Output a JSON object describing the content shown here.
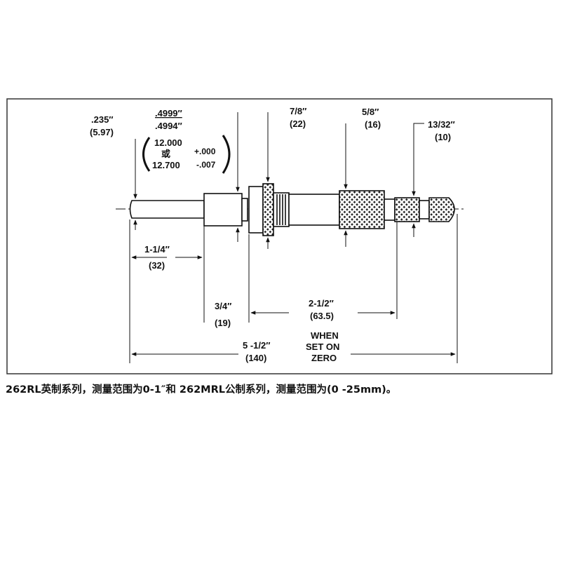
{
  "labels": {
    "tip_diameter": ".235″",
    "tip_diameter_mm": "(5.97)",
    "spindle_dia_max": ".4999″",
    "spindle_dia_min": ".4994″",
    "spindle_dia_mm_a": "12.000",
    "spindle_dia_or": "或",
    "spindle_dia_mm_b": "12.700",
    "tol_plus": "+.000",
    "tol_minus": "-.007",
    "thimble_dia": "7/8″",
    "thimble_dia_mm": "(22)",
    "knurl_dia": "5/8″",
    "knurl_dia_mm": "(16)",
    "ratchet_dia": "13/32″",
    "ratchet_dia_mm": "(10)",
    "spindle_len": "1-1/4″",
    "spindle_len_mm": "(32)",
    "nut_len": "3/4″",
    "nut_len_mm": "(19)",
    "body_len": "2-1/2″",
    "body_len_mm": "(63.5)",
    "total_len": "5 -1/2″",
    "total_len_mm": "(140)",
    "when_line1": "WHEN",
    "when_line2": "SET ON",
    "when_line3": "ZERO"
  },
  "caption": "262RL英制系列，测量范围为0-1″和 262MRL公制系列，测量范围为(0 -25mm)。",
  "colors": {
    "line": "#111111",
    "frame": "#333333",
    "knurl": "#222222"
  }
}
